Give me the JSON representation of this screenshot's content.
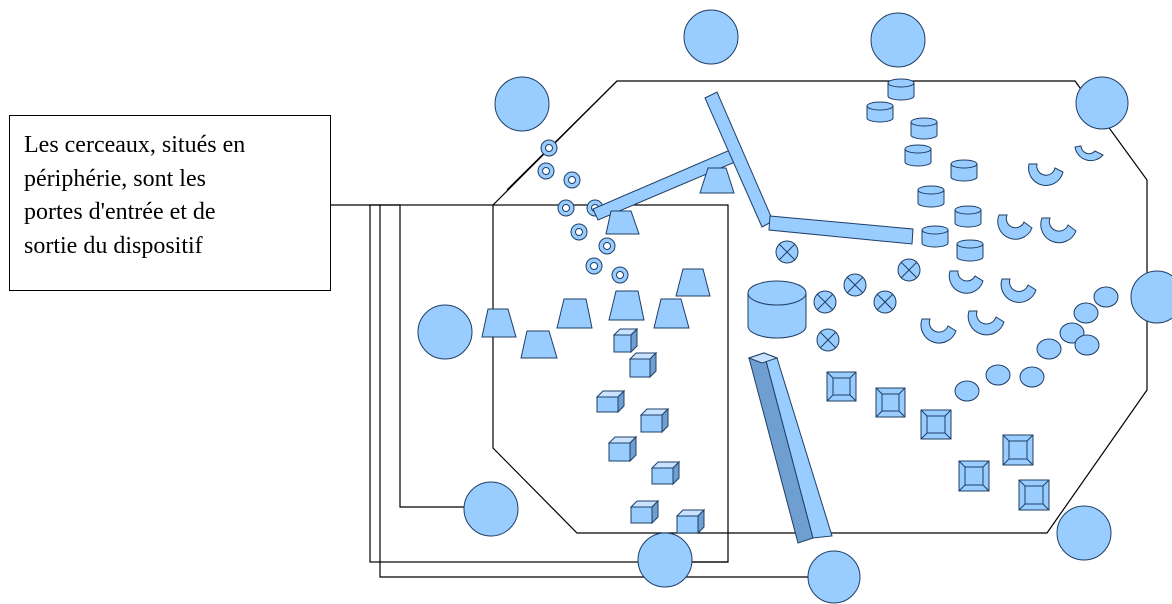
{
  "callout": {
    "lines": [
      "Les cerceaux, situés en",
      "périphérie, sont les",
      "portes d'entrée et de",
      "sortie du dispositif"
    ]
  },
  "colors": {
    "fill": "#99ccff",
    "fill_dark": "#6f9fd0",
    "fill_light": "#c8e2ff",
    "stroke": "#1f3f66",
    "line": "#000000"
  }
}
